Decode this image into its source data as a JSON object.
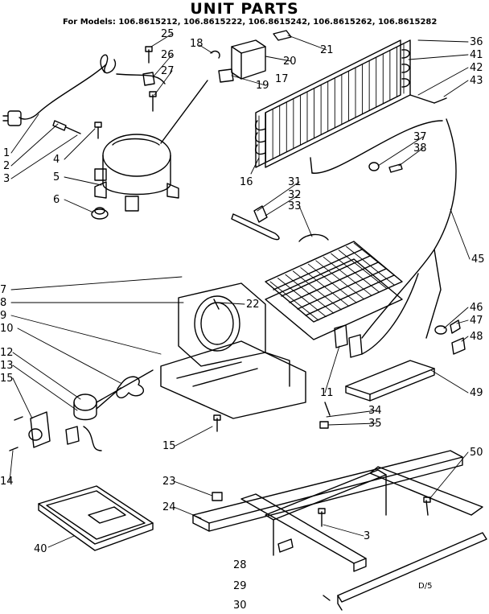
{
  "title": "UNIT PARTS",
  "subtitle": "For Models: 106.8615212, 106.8615222, 106.8615242, 106.8615262, 106.8615282",
  "drawing_code": "D/5",
  "callouts": {
    "c1": "1",
    "c2": "2",
    "c3": "3",
    "c3b": "3",
    "c4": "4",
    "c5": "5",
    "c6": "6",
    "c7": "7",
    "c8": "8",
    "c9": "9",
    "c10": "10",
    "c11": "11",
    "c12": "12",
    "c13": "13",
    "c14": "14",
    "c15": "15",
    "c15b": "15",
    "c16": "16",
    "c17": "17",
    "c18": "18",
    "c19": "19",
    "c20": "20",
    "c21": "21",
    "c22": "22",
    "c23": "23",
    "c24": "24",
    "c25": "25",
    "c26": "26",
    "c27": "27",
    "c28": "28",
    "c29": "29",
    "c30": "30",
    "c31": "31",
    "c32": "32",
    "c33": "33",
    "c34": "34",
    "c35": "35",
    "c36": "36",
    "c37": "37",
    "c38": "38",
    "c40": "40",
    "c41": "41",
    "c42": "42",
    "c43": "43",
    "c45": "45",
    "c46": "46",
    "c47": "47",
    "c48": "48",
    "c49": "49",
    "c50": "50"
  }
}
